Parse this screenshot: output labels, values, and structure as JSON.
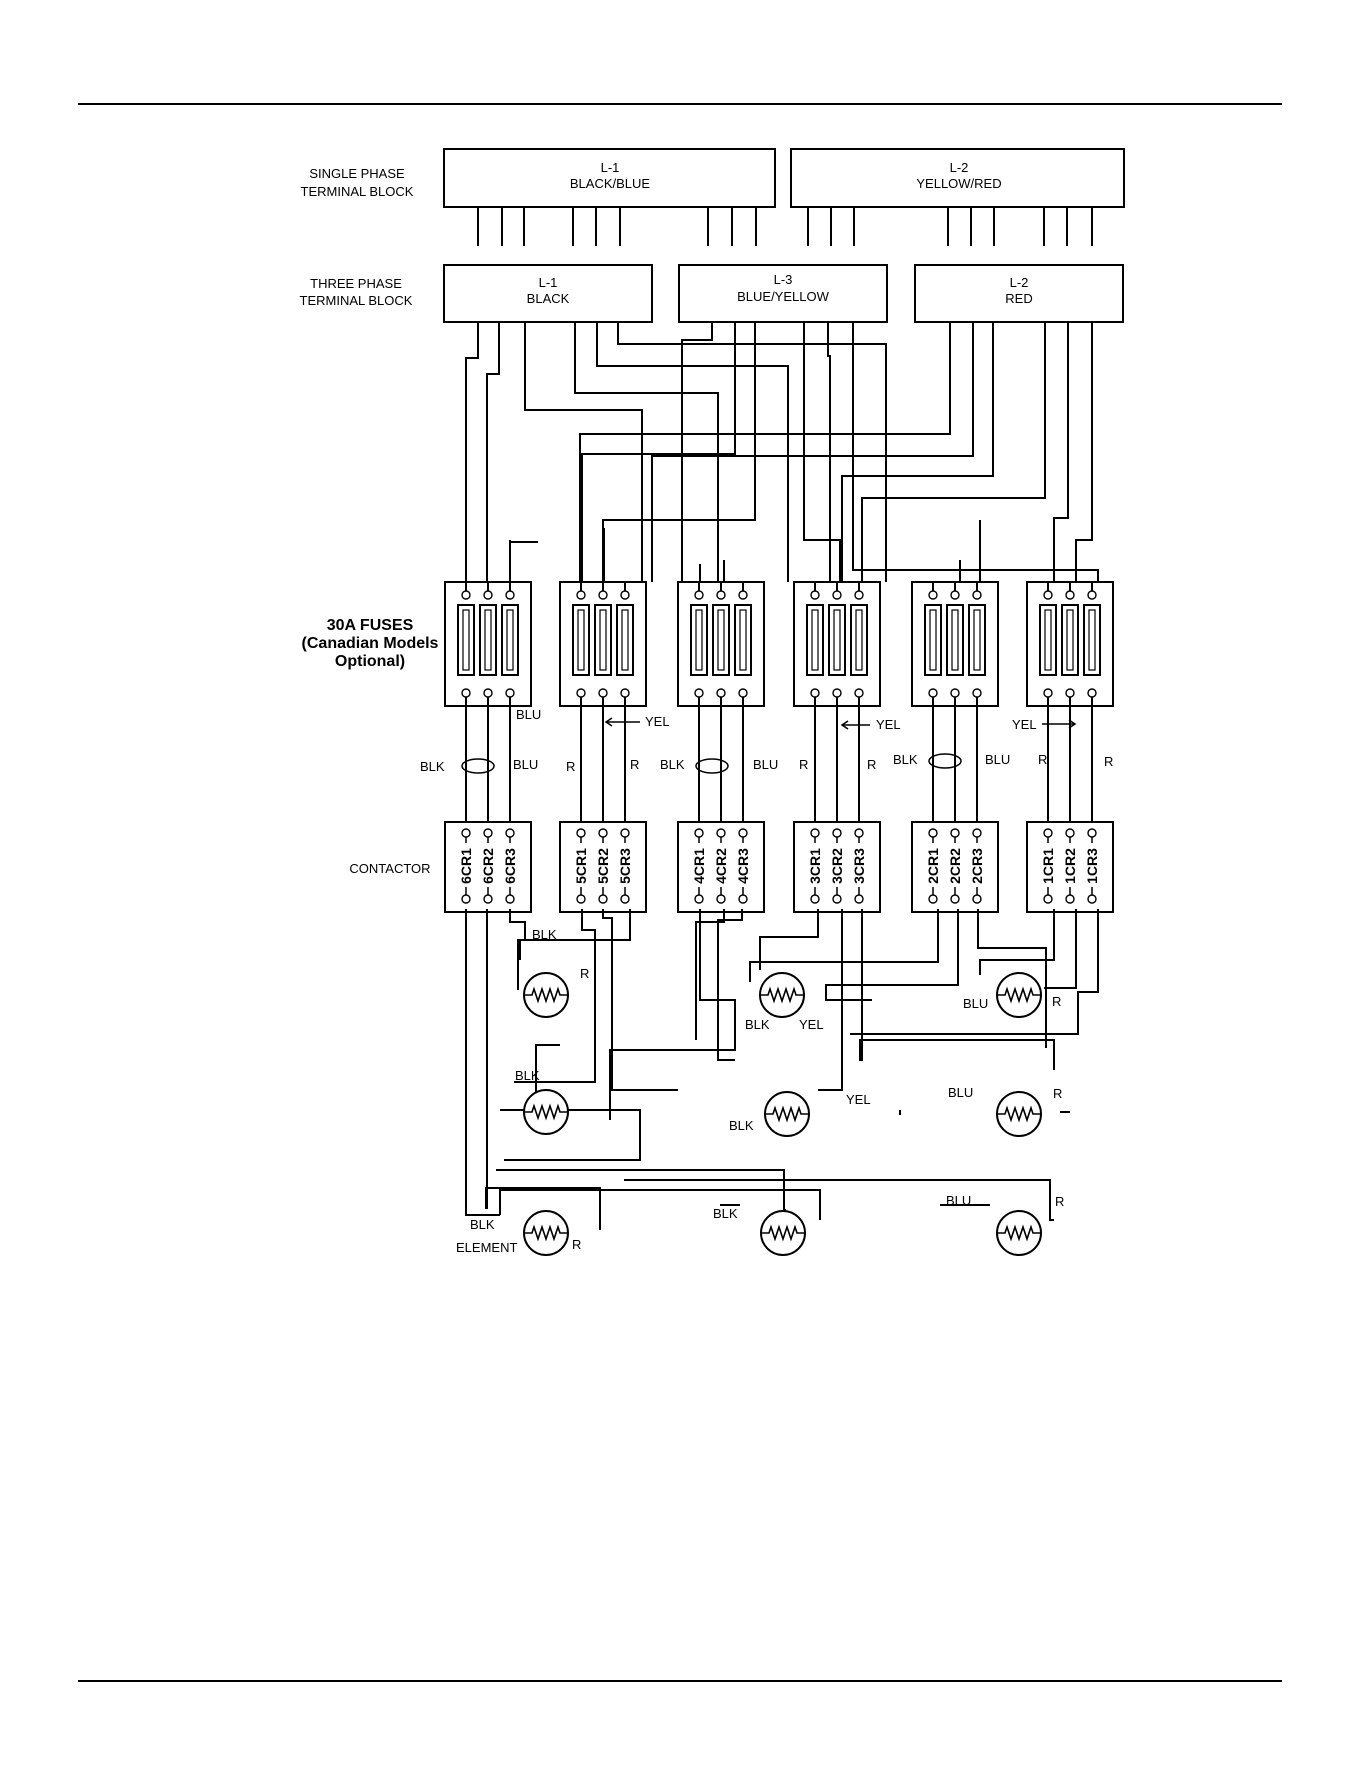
{
  "terminal_blocks": {
    "single_phase_label": [
      "SINGLE PHASE",
      "TERMINAL BLOCK"
    ],
    "three_phase_label": [
      "THREE PHASE",
      "TERMINAL BLOCK"
    ],
    "single_phase": [
      {
        "line": "L-1",
        "color": "BLACK/BLUE"
      },
      {
        "line": "L-2",
        "color": "YELLOW/RED"
      }
    ],
    "three_phase": [
      {
        "line": "L-1",
        "color": "BLACK"
      },
      {
        "line": "L-3",
        "color": "BLUE/YELLOW"
      },
      {
        "line": "L-2",
        "color": "RED"
      }
    ]
  },
  "fuses": {
    "title": [
      "30A FUSES",
      "(Canadian Models",
      "Optional)"
    ]
  },
  "contactor": {
    "label": "CONTACTOR",
    "groups": [
      [
        "6CR1",
        "6CR2",
        "6CR3"
      ],
      [
        "5CR1",
        "5CR2",
        "5CR3"
      ],
      [
        "4CR1",
        "4CR2",
        "4CR3"
      ],
      [
        "3CR1",
        "3CR2",
        "3CR3"
      ],
      [
        "2CR1",
        "2CR2",
        "2CR3"
      ],
      [
        "1CR1",
        "1CR2",
        "1CR3"
      ]
    ]
  },
  "wire_labels": {
    "blu": "BLU",
    "blk": "BLK",
    "yel": "YEL",
    "r": "R",
    "element": "ELEMENT"
  }
}
